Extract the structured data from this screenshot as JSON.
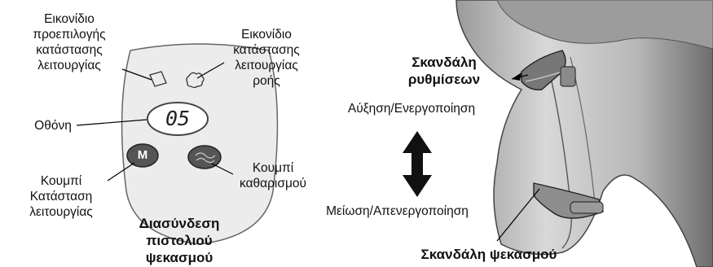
{
  "labels": {
    "preset_mode_icon": [
      "Εικονίδιο",
      "προεπιλογής",
      "κατάστασης",
      "λειτουργίας"
    ],
    "flow_mode_icon": [
      "Εικονίδιο",
      "κατάστασης",
      "λειτουργίας",
      "ροής"
    ],
    "display": "Οθόνη",
    "mode_button": [
      "Κουμπί",
      "Κατάσταση",
      "λειτουργίας"
    ],
    "clean_button": [
      "Κουμπί",
      "καθαρισμού"
    ],
    "interface": [
      "Διασύνδεση",
      "πιστολιού",
      "ψεκασμού"
    ],
    "adjust_trigger": [
      "Σκανδάλη",
      "ρυθμίσεων"
    ],
    "increase": "Αύξηση/Ενεργοποίηση",
    "decrease": "Μείωση/Απενεργοποίηση",
    "spray_trigger": "Σκανδάλη ψεκασμού"
  },
  "device": {
    "display_value": "05",
    "mode_button_letter": "M"
  },
  "icons": [
    "preset-mode-icon",
    "flow-mode-icon",
    "clean-button-icon",
    "double-arrow-icon"
  ]
}
